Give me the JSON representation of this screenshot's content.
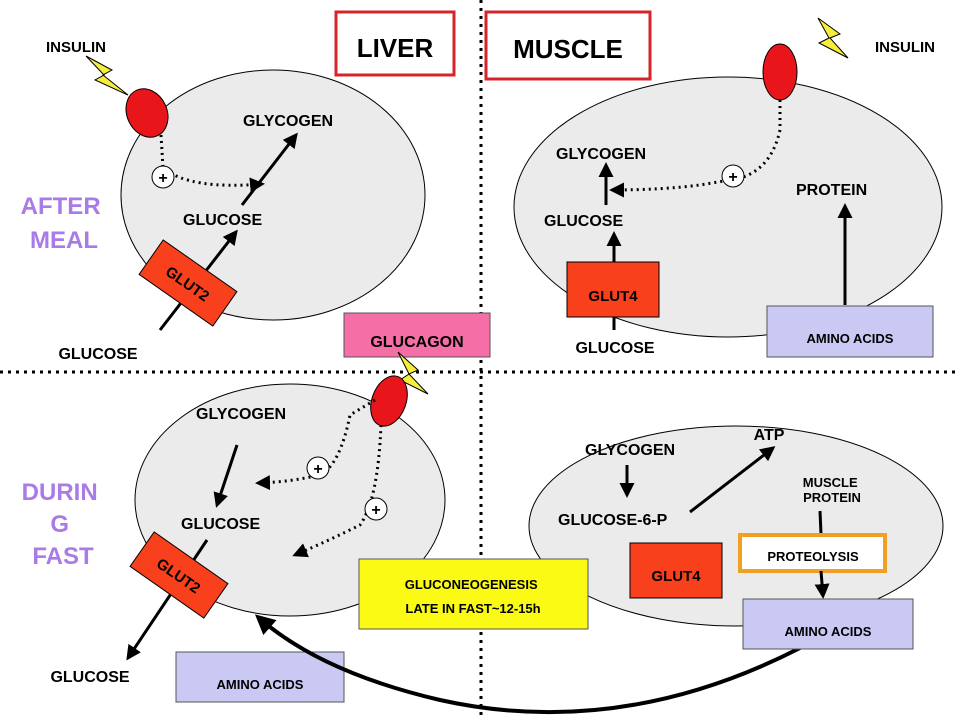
{
  "headers": {
    "liver": "LIVER",
    "muscle": "MUSCLE"
  },
  "phases": {
    "after_meal": [
      "AFTER",
      "MEAL"
    ],
    "fast": [
      "DURIN",
      "G",
      "FAST"
    ]
  },
  "liver_after": {
    "insulin": "INSULIN",
    "glycogen": "GLYCOGEN",
    "glucose_inside": "GLUCOSE",
    "transporter": "GLUT2",
    "glucose_outside": "GLUCOSE",
    "plus": "+"
  },
  "muscle_after": {
    "insulin": "INSULIN",
    "glycogen": "GLYCOGEN",
    "glucose_inside": "GLUCOSE",
    "protein": "PROTEIN",
    "transporter": "GLUT4",
    "glucose_outside": "GLUCOSE",
    "amino_acids": "AMINO ACIDS",
    "plus": "+"
  },
  "liver_fast": {
    "glucagon": "GLUCAGON",
    "glycogen": "GLYCOGEN",
    "glucose_inside": "GLUCOSE",
    "transporter": "GLUT2",
    "glucose_outside": "GLUCOSE",
    "amino_acids": "AMINO ACIDS",
    "plus_1": "+",
    "plus_2": "+"
  },
  "gluconeogenesis": {
    "line1": "GLUCONEOGENESIS",
    "line2": "LATE IN FAST~12-15h"
  },
  "muscle_fast": {
    "glycogen": "GLYCOGEN",
    "atp": "ATP",
    "muscle_protein": [
      "MUSCLE",
      "PROTEIN"
    ],
    "glucose6p": "GLUCOSE-6-P",
    "proteolysis": "PROTEOLYSIS",
    "transporter": "GLUT4",
    "amino_acids": "AMINO ACIDS"
  },
  "colors": {
    "cell_fill": "#ebebeb",
    "receptor": "#e8151b",
    "lightning": "#f6ee3c",
    "transporter": "#f9401d",
    "header_border": "#d7242a",
    "phase_text": "#a97be6",
    "glucagon_box": "#f56ea6",
    "amino_box": "#c9c9f4",
    "gluconeo_box": "#fafa14",
    "proteolysis_border": "#f1a026"
  }
}
